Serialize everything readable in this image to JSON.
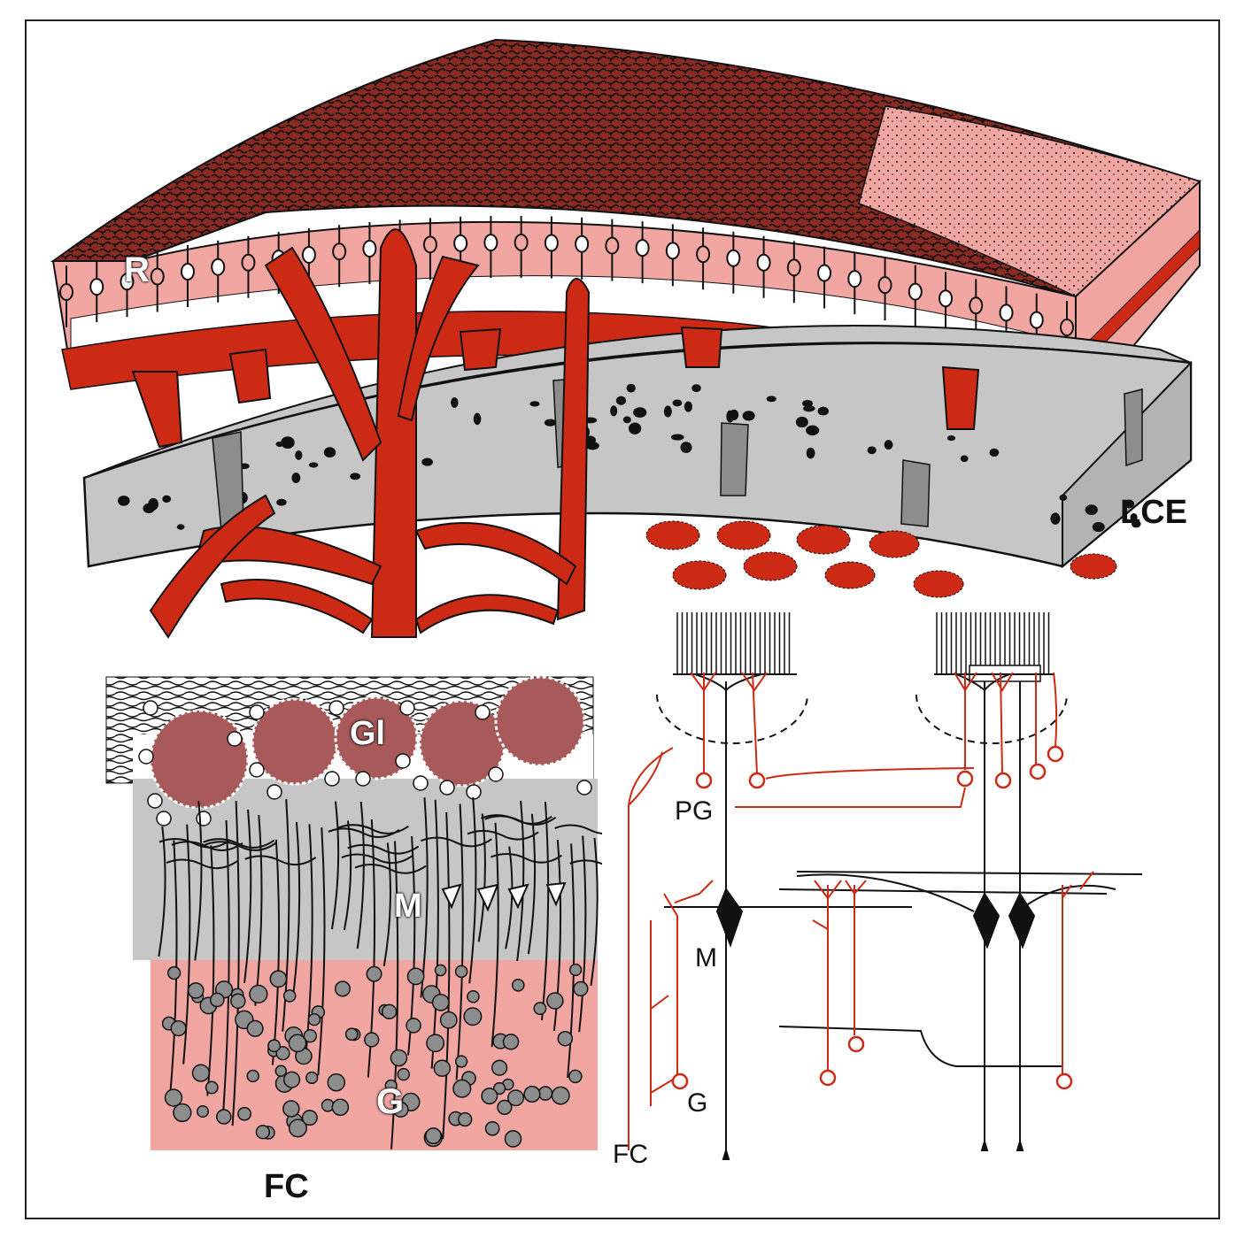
{
  "diagram": {
    "labels": {
      "R": "R",
      "LCE": "LCE",
      "Gl": "Gl",
      "M_left": "M",
      "G_left": "G",
      "FC_left": "FC",
      "PG": "PG",
      "M_right": "M",
      "G_right": "G",
      "FC_right": "FC"
    },
    "colors": {
      "red": "#cc2a14",
      "pink": "#f2a6a2",
      "dark_pink": "#a85a5a",
      "grey": "#c6c6c6",
      "dark_grey": "#8d8d8d",
      "black": "#111111"
    }
  }
}
